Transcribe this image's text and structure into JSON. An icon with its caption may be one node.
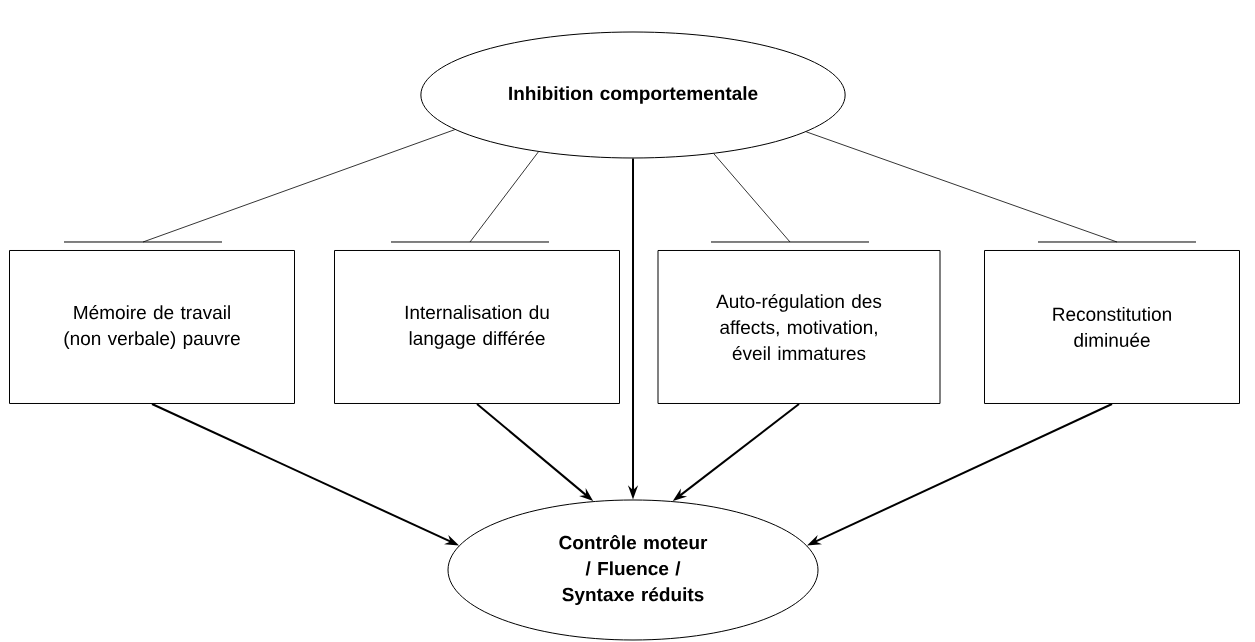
{
  "diagram": {
    "nodes": [
      {
        "text": [
          "Inhibition comportementale"
        ]
      },
      {
        "text": [
          "Mémoire de travail (non verbale) pauvre"
        ]
      },
      {
        "text": [
          "Internalisation du langage différée"
        ]
      },
      {
        "text": [
          "Auto-régulation des affects, motivation, éveil immatures"
        ]
      },
      {
        "text": [
          "Reconstitution diminuée"
        ]
      },
      {
        "text": [
          "Contrôle moteur / Fluence / Syntaxe réduits"
        ]
      }
    ],
    "edges": [
      {
        "from": 0,
        "to": 1,
        "arrow": "none"
      },
      {
        "from": 0,
        "to": 2,
        "arrow": "none"
      },
      {
        "from": 0,
        "to": 3,
        "arrow": "none"
      },
      {
        "from": 0,
        "to": 4,
        "arrow": "none"
      },
      {
        "from": 0,
        "to": 5,
        "arrow": "to"
      },
      {
        "from": 1,
        "to": 5,
        "arrow": "to"
      },
      {
        "from": 2,
        "to": 5,
        "arrow": "to"
      },
      {
        "from": 3,
        "to": 5,
        "arrow": "to"
      },
      {
        "from": 4,
        "to": 5,
        "arrow": "to"
      }
    ]
  }
}
